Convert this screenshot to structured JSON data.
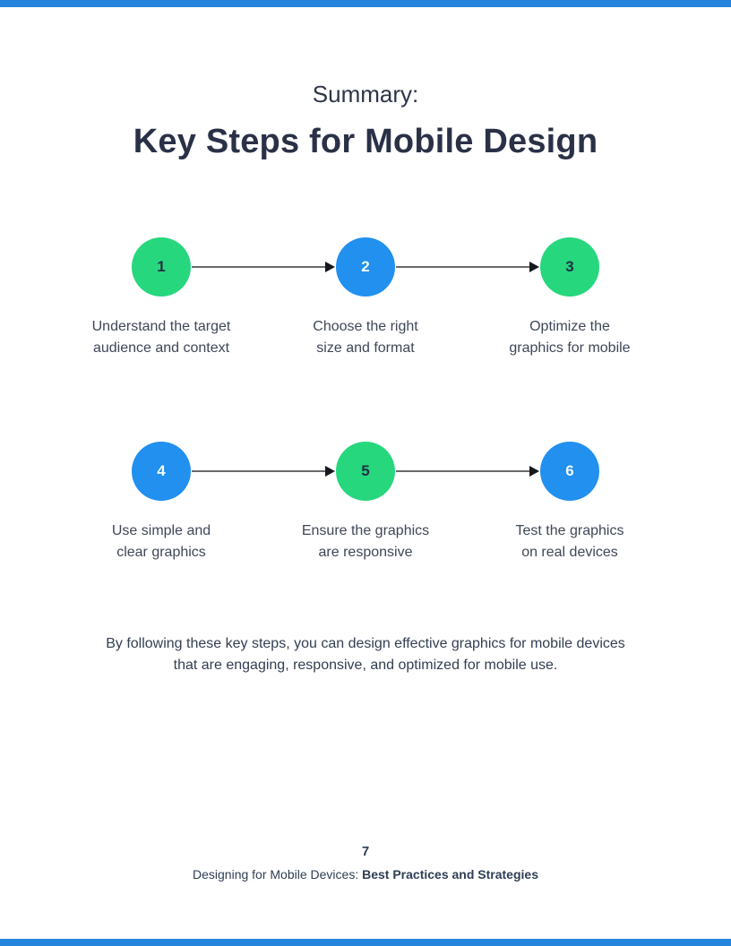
{
  "header": {
    "kicker": "Summary:",
    "title": "Key Steps for Mobile Design"
  },
  "colors": {
    "green": "#26d77e",
    "blue": "#2190ee",
    "accent_bar": "#2584DC",
    "arrow_line": "#6a6a6a",
    "arrow_head": "#15181e"
  },
  "steps": [
    {
      "number": "1",
      "color": "green",
      "line1": "Understand the target",
      "line2": "audience and context"
    },
    {
      "number": "2",
      "color": "blue",
      "line1": "Choose the right",
      "line2": "size and format"
    },
    {
      "number": "3",
      "color": "green",
      "line1": "Optimize the",
      "line2": "graphics for mobile"
    },
    {
      "number": "4",
      "color": "blue",
      "line1": "Use simple and",
      "line2": "clear graphics"
    },
    {
      "number": "5",
      "color": "green",
      "line1": "Ensure the graphics",
      "line2": "are responsive"
    },
    {
      "number": "6",
      "color": "blue",
      "line1": "Test the graphics",
      "line2": "on real devices"
    }
  ],
  "paragraph": {
    "line1": "By following these key steps, you can design effective graphics for mobile devices",
    "line2": "that are engaging, responsive, and optimized for mobile use."
  },
  "footer": {
    "page_number": "7",
    "prefix": "Designing for Mobile Devices: ",
    "bold_part": "Best Practices and Strategies"
  }
}
